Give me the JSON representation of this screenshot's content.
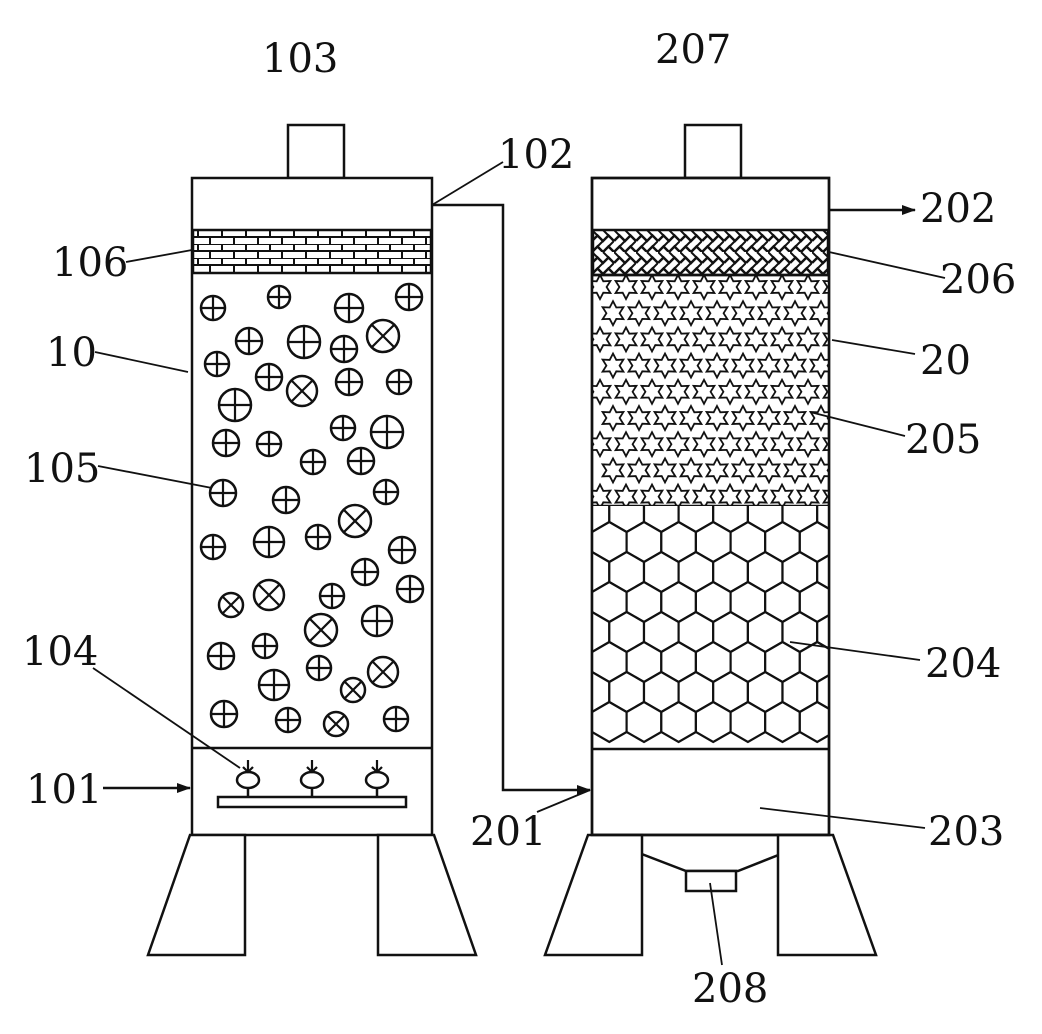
{
  "labels": {
    "l103": "103",
    "l102": "102",
    "l106": "106",
    "l10": "10",
    "l105": "105",
    "l104": "104",
    "l101": "101",
    "l207": "207",
    "l202": "202",
    "l206": "206",
    "l20": "20",
    "l205": "205",
    "l204": "204",
    "l201": "201",
    "l203": "203",
    "l208": "208"
  },
  "colors": {
    "ink": "#111111",
    "paper": "#ffffff"
  },
  "icons": {
    "medium_particle_plus": "circle-plus-icon",
    "medium_particle_cross": "circle-cross-icon",
    "packing_star": "star-icon",
    "packing_hexagon": "hexagon-icon",
    "filter_brick": "brick-pattern",
    "filter_weave": "weave-pattern"
  }
}
